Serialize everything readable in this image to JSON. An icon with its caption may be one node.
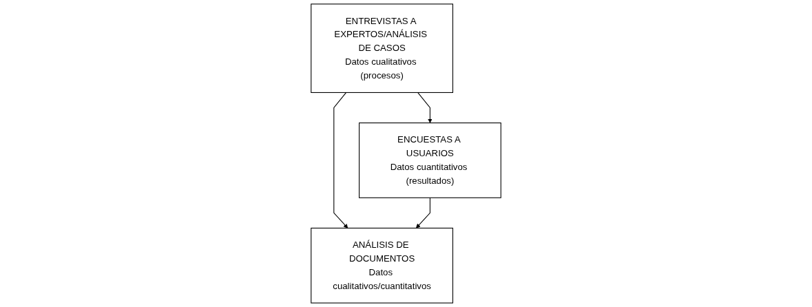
{
  "diagram": {
    "nodes": [
      {
        "text": [
          "ENTREVISTAS A EXPERTOS/ANÁLISIS DE CASOS",
          "Datos cualitativos (procesos)"
        ]
      },
      {
        "text": [
          "ENCUESTAS A USUARIOS",
          "Datos cuantitativos (resultados)"
        ]
      },
      {
        "text": [
          "ANÁLISIS DE DOCUMENTOS",
          "Datos cualitativos/cuantitativos"
        ]
      }
    ],
    "edges": [
      {
        "from": 0,
        "to": 1,
        "arrow": "to"
      },
      {
        "from": 0,
        "to": 2,
        "arrow": "to"
      },
      {
        "from": 1,
        "to": 2,
        "arrow": "to"
      }
    ]
  }
}
